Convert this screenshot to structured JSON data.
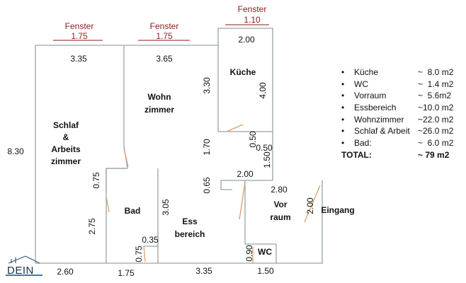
{
  "windows": [
    {
      "label": "Fenster",
      "width": "1.75"
    },
    {
      "label": "Fenster",
      "width": "1.75"
    },
    {
      "label": "Fenster",
      "width": "1.10"
    }
  ],
  "rooms": {
    "schlaf": [
      "Schlaf",
      "&",
      "Arbeits",
      "zimmer"
    ],
    "wohn": [
      "Wohn",
      "zimmer"
    ],
    "kueche": "Küche",
    "bad": "Bad",
    "ess": [
      "Ess",
      "bereich"
    ],
    "vorraum": [
      "Vor",
      "raum"
    ],
    "wc": "WC",
    "eingang": "Eingang"
  },
  "dimensions": {
    "top_schlaf": "3.35",
    "top_wohn": "3.65",
    "top_kueche": "2.00",
    "left_total": "8.30",
    "kueche_height": "3.30",
    "kueche_width_v": "4.00",
    "wohn_gap": "1.70",
    "k050a": "0.50",
    "k050b": "0.50",
    "k150": "1.50",
    "ess_top": "2.00",
    "vor_top": "2.80",
    "vor_right": "2.00",
    "ess_065": "0.65",
    "bad_075": "0.75",
    "bad_275": "2.75",
    "bad_305": "3.05",
    "bad_035": "0.35",
    "bad_075b": "0.75",
    "wc_090": "0.90",
    "bottom_260": "2.60",
    "bottom_175": "1.75",
    "bottom_335": "3.35",
    "bottom_150": "1.50"
  },
  "legend": {
    "items": [
      {
        "name": "Küche",
        "value": "~  8.0 m2"
      },
      {
        "name": "WC",
        "value": "~  1.4 m2"
      },
      {
        "name": "Vorraum",
        "value": "~  5.6m2"
      },
      {
        "name": "Essbereich",
        "value": "~10.0 m2"
      },
      {
        "name": "Wohnzimmer",
        "value": "~22.0 m2"
      },
      {
        "name": "Schlaf & Arbeit",
        "value": "~26.0 m2"
      },
      {
        "name": "Bad:",
        "value": "~  6.0 m2"
      }
    ],
    "total_label": "TOTAL:",
    "total_value": "~ 79 m2",
    "bullet": "•"
  },
  "logo": {
    "text": "DEIN"
  }
}
